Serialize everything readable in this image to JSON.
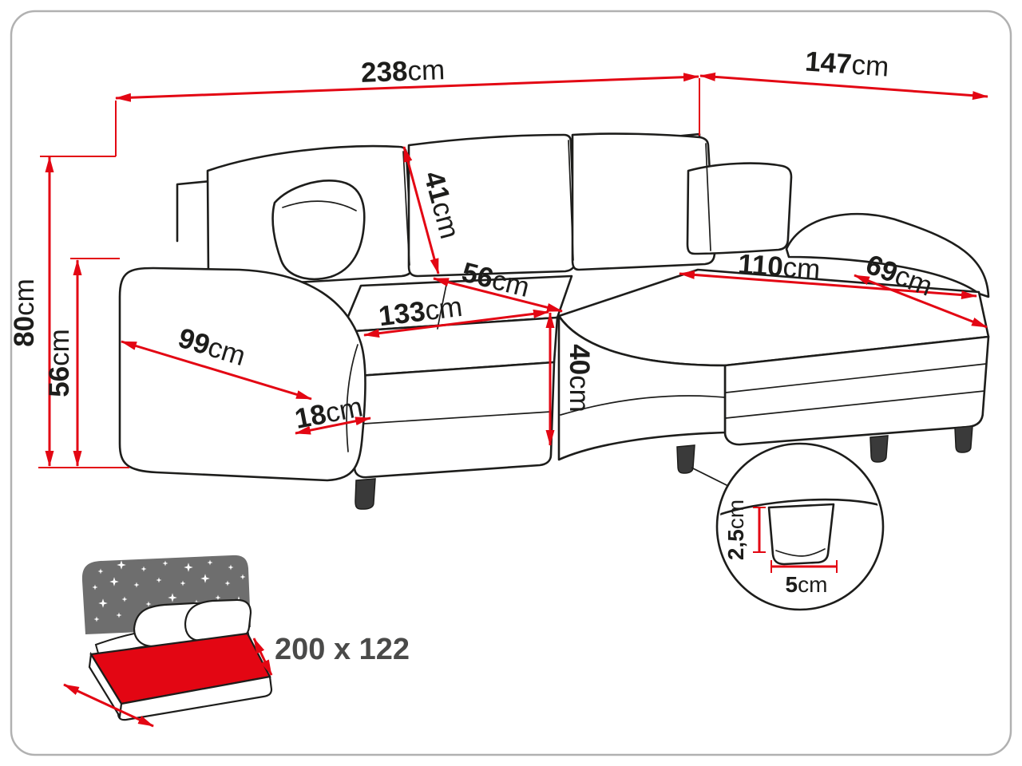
{
  "diagram": {
    "subject": "Corner sofa bed dimension drawing",
    "colors": {
      "dimension_red": "#e30613",
      "outline_black": "#1d1d1b",
      "frame_border_gray": "#b1b1b1",
      "headboard_gray": "#6e6e6e",
      "sleeping_label_gray": "#4a4a49",
      "mattress_highlight": "#e30613"
    },
    "dimensions": {
      "total_width": {
        "value": "238",
        "unit": "cm"
      },
      "total_depth": {
        "value": "147",
        "unit": "cm"
      },
      "total_height": {
        "value": "80",
        "unit": "cm"
      },
      "side_height": {
        "value": "56",
        "unit": "cm"
      },
      "armrest_length": {
        "value": "99",
        "unit": "cm"
      },
      "armrest_width": {
        "value": "18",
        "unit": "cm"
      },
      "seat_width": {
        "value": "133",
        "unit": "cm"
      },
      "seat_depth": {
        "value": "56",
        "unit": "cm"
      },
      "backrest_cushion_height": {
        "value": "41",
        "unit": "cm"
      },
      "seat_height": {
        "value": "40",
        "unit": "cm"
      },
      "chaise_length": {
        "value": "110",
        "unit": "cm"
      },
      "chaise_depth": {
        "value": "69",
        "unit": "cm"
      }
    },
    "leg_detail": {
      "leg_height": {
        "value": "2,5",
        "unit": "cm"
      },
      "leg_width": {
        "value": "5",
        "unit": "cm"
      }
    },
    "sleeping_area": {
      "icon": "sofa-bed-icon",
      "label": "200 x 122"
    }
  }
}
